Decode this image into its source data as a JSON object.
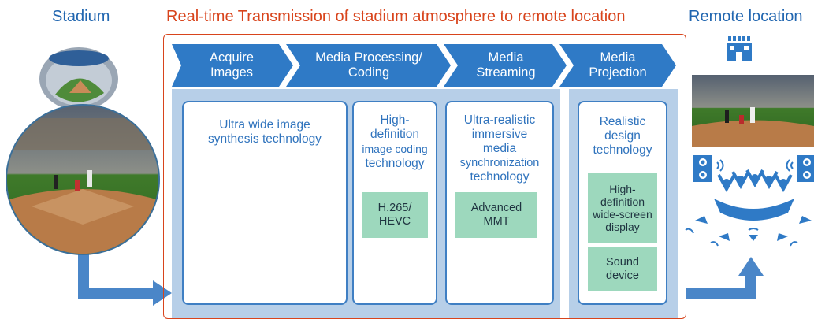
{
  "labels": {
    "stadium": "Stadium",
    "banner": "Real-time Transmission of stadium atmosphere to remote location",
    "remote": "Remote location"
  },
  "steps": [
    {
      "line1": "Acquire",
      "line2": "Images"
    },
    {
      "line1": "Media Processing/",
      "line2": "Coding"
    },
    {
      "line1": "Media",
      "line2": "Streaming"
    },
    {
      "line1": "Media",
      "line2": "Projection"
    }
  ],
  "cards": {
    "wide_image": {
      "line1": "Ultra wide image",
      "line2": "synthesis technology"
    },
    "coding": {
      "line1": "High-",
      "line2": "definition",
      "line3": "image coding",
      "line4": "technology",
      "tech": "H.265/\nHEVC"
    },
    "sync": {
      "line1": "Ultra-realistic",
      "line2": "immersive",
      "line3": "media",
      "line4": "synchronization",
      "line5": "technology",
      "tech": "Advanced\nMMT"
    },
    "design": {
      "line1": "Realistic",
      "line2": "design",
      "line3": "technology",
      "tech1": "High-\ndefinition\nwide-screen\ndisplay",
      "tech2": "Sound\ndevice"
    }
  },
  "colors": {
    "accent_blue": "#3f7fc3",
    "banner_orange": "#d8441c",
    "tech_green": "#9dd8bd",
    "band_blue": "#b7cfe8"
  }
}
